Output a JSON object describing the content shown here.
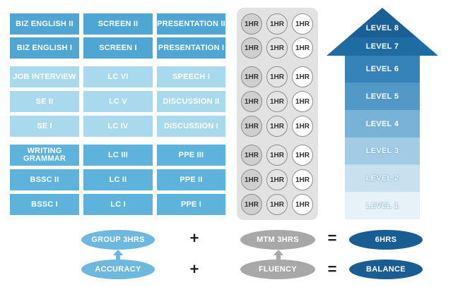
{
  "curriculum": {
    "rows": [
      {
        "cells": [
          "BIZ ENGLISH II",
          "SCREEN II",
          "PRESENTATION II"
        ],
        "tone": "dark"
      },
      {
        "cells": [
          "BIZ ENGLISH I",
          "SCREEN I",
          "PRESENTATION I"
        ],
        "tone": "dark"
      },
      {
        "cells": [
          "JOB INTERVIEW",
          "LC VI",
          "SPEECH I"
        ],
        "tone": "light"
      },
      {
        "cells": [
          "SE II",
          "LC V",
          "DISCUSSION II"
        ],
        "tone": "light"
      },
      {
        "cells": [
          "SE I",
          "LC IV",
          "DISCUSSION I"
        ],
        "tone": "light"
      },
      {
        "cells": [
          "WRITING\nGRAMMAR",
          "LC III",
          "PPE III"
        ],
        "tone": "mid"
      },
      {
        "cells": [
          "BSSC II",
          "LC II",
          "PPE II"
        ],
        "tone": "mid"
      },
      {
        "cells": [
          "BSSC I",
          "LC I",
          "PPE I"
        ],
        "tone": "mid"
      }
    ]
  },
  "hours": {
    "label": "1HR",
    "rows": 8,
    "cols": 3
  },
  "levels": [
    {
      "label": "LEVEL 8",
      "color": "#1b5f97",
      "text": "#ffffff"
    },
    {
      "label": "LEVEL 7",
      "color": "#1f6ca3",
      "text": "#ffffff"
    },
    {
      "label": "LEVEL 6",
      "color": "#3583b8",
      "text": "#ffffff"
    },
    {
      "label": "LEVEL 5",
      "color": "#5399c8",
      "text": "#ffffff"
    },
    {
      "label": "LEVEL 4",
      "color": "#79b2d7",
      "text": "#ffffff"
    },
    {
      "label": "LEVEL 3",
      "color": "#a3cbe5",
      "text": "#ffffff"
    },
    {
      "label": "LEVEL 2",
      "color": "#c8e0f0",
      "text": "#ffffff"
    },
    {
      "label": "LEVEL 1",
      "color": "#e6f1f8",
      "text": "#ffffff"
    }
  ],
  "equation": {
    "group": "GROUP 3HRS",
    "mtm": "MTM 3HRS",
    "total": "6HRS",
    "accuracy": "ACCURACY",
    "fluency": "FLUENCY",
    "balance": "BALANCE",
    "plus": "+",
    "equals": "="
  },
  "colors": {
    "cell_dark": "#4fa6d3",
    "cell_light": "#a9d9ec",
    "cell_mid": "#5eb3dc",
    "pill_light_blue": "#6cb8de",
    "pill_gray": "#a8a8a8",
    "pill_navy": "#1a5d93"
  }
}
